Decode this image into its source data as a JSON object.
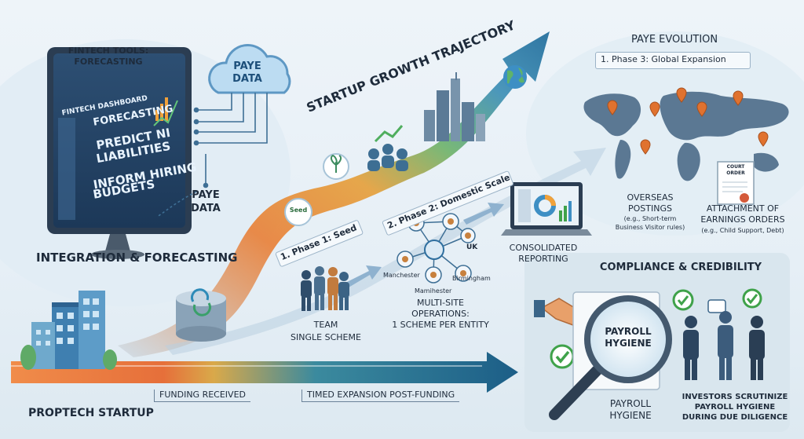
{
  "fintech": {
    "tools_title": "FINTECH TOOLS:",
    "tools_subtitle": "FORECASTING",
    "dashboard_label": "FINTECH DASHBOARD",
    "screen_forecasting": "FORECASTING",
    "screen_predict_1": "PREDICT NI",
    "screen_predict_2": "LIABILITIES",
    "screen_inform_1": "INFORM HIRING",
    "screen_inform_2": "BUDGETS"
  },
  "paye_cloud": {
    "line1": "PAYE",
    "line2": "DATA"
  },
  "paye_data": {
    "line1": "PAYE",
    "line2": "DATA"
  },
  "integration_label": "INTEGRATION & FORECASTING",
  "proptech_label": "PROPTECH STARTUP",
  "trajectory_label": "STARTUP GROWTH TRAJECTORY",
  "phases": {
    "seed_badge": "Seed",
    "phase1": "1. Phase 1: Seed",
    "phase2": "2. Phase 2: Domestic Scale"
  },
  "team": {
    "line1": "TEAM",
    "line2": "SINGLE SCHEME"
  },
  "multisite": {
    "uk": "UK",
    "manchester": "Manchester",
    "birmingham": "Birmingham",
    "manchester_variant": "Mamihester",
    "line1": "MULTI-SITE",
    "line2": "OPERATIONS:",
    "line3": "1 SCHEME PER ENTITY"
  },
  "consolidated": {
    "line1": "CONSOLIDATED",
    "line2": "REPORTING"
  },
  "evolution": {
    "title": "PAYE EVOLUTION",
    "phase3": "1.  Phase 3: Global Expansion"
  },
  "overseas": {
    "line1": "OVERSEAS",
    "line2": "POSTINGS",
    "note_1": "(e.g., Short-term",
    "note_2": "Business Visitor rules)"
  },
  "court_order": {
    "line1": "COURT",
    "line2": "ORDER"
  },
  "earnings": {
    "line1": "ATTACHMENT OF",
    "line2": "EARNINGS ORDERS",
    "note": "(e.g., Child Support, Debt)"
  },
  "funding": {
    "received": "FUNDING RECEIVED",
    "expansion": "TIMED EXPANSION POST-FUNDING"
  },
  "compliance": {
    "title": "COMPLIANCE & CREDIBILITY",
    "lens_1": "PAYROLL",
    "lens_2": "HYGIENE",
    "hygiene_1": "PAYROLL",
    "hygiene_2": "HYGIENE",
    "investors_1": "INVESTORS SCRUTINIZE",
    "investors_2": "PAYROLL HYGIENE",
    "investors_3": "DURING DUE DILIGENCE"
  },
  "colors": {
    "accent_blue": "#2f6f9f",
    "growth_orange": "#e8813a",
    "growth_green": "#5aa86a",
    "check_green": "#3fa24a"
  }
}
